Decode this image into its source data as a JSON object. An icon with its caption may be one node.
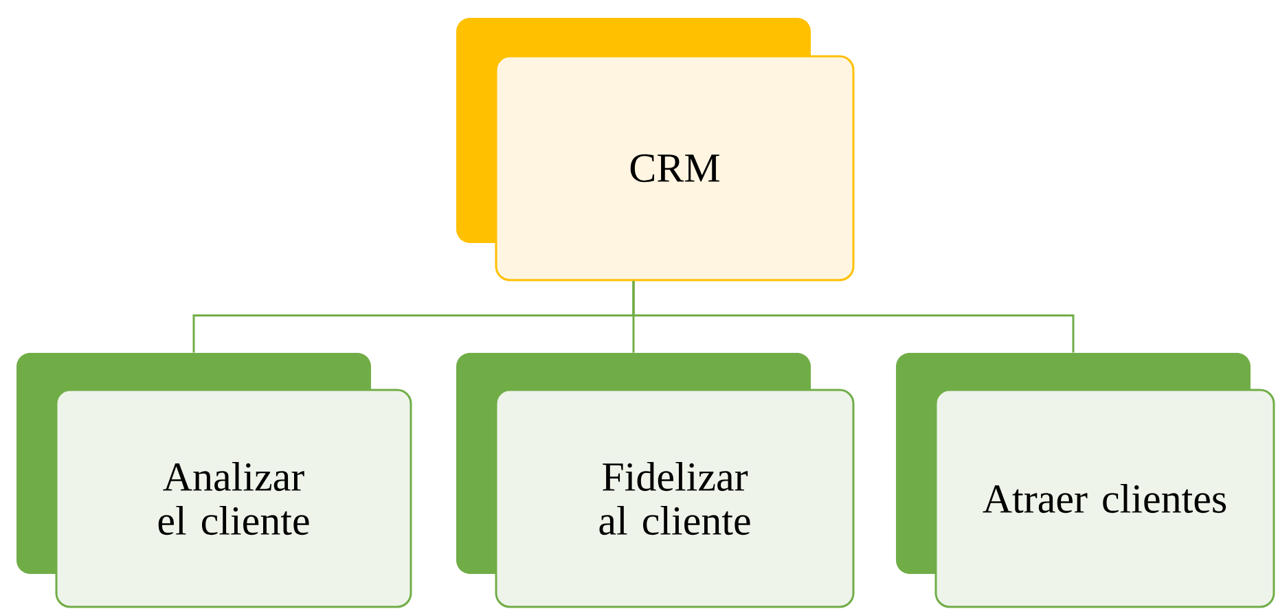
{
  "diagram": {
    "nodes": [
      {
        "text": [
          "CRM"
        ]
      },
      {
        "text": [
          "Analizar el cliente"
        ]
      },
      {
        "text": [
          "Fidelizar al cliente"
        ]
      },
      {
        "text": [
          "Atraer clientes"
        ]
      }
    ],
    "edges": [
      {
        "from": 0,
        "to": 1,
        "arrow": "none"
      },
      {
        "from": 0,
        "to": 2,
        "arrow": "none"
      },
      {
        "from": 0,
        "to": 3,
        "arrow": "none"
      }
    ]
  }
}
